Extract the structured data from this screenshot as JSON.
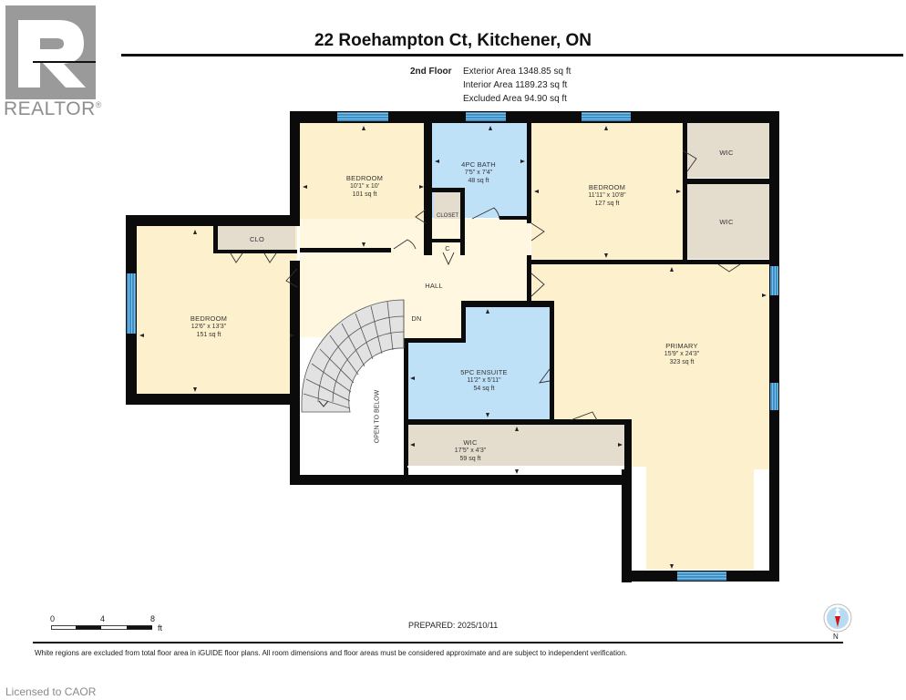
{
  "logo": {
    "brand": "REALTOR",
    "mark": "®"
  },
  "header": {
    "address": "22 Roehampton Ct, Kitchener, ON",
    "floor": "2nd Floor",
    "areas": [
      "Exterior Area 1348.85 sq ft",
      "Interior Area 1189.23 sq ft",
      "Excluded Area 94.90 sq ft"
    ]
  },
  "rooms": {
    "bedroom_top": {
      "name": "BEDROOM",
      "dims": "10'1\" x 10'",
      "area": "101 sq ft"
    },
    "bath_4pc": {
      "name": "4PC BATH",
      "dims": "7'5\" x 7'4\"",
      "area": "48 sq ft"
    },
    "bedroom_right": {
      "name": "BEDROOM",
      "dims": "11'11\" x 10'8\"",
      "area": "127 sq ft"
    },
    "wic_top": {
      "name": "WIC"
    },
    "wic_mid": {
      "name": "WIC"
    },
    "closet": {
      "name": "CLOSET"
    },
    "c_closet": {
      "name": "C"
    },
    "clo": {
      "name": "CLO"
    },
    "bedroom_left": {
      "name": "BEDROOM",
      "dims": "12'6\" x 13'3\"",
      "area": "151 sq ft"
    },
    "hall": {
      "name": "HALL"
    },
    "stairs": {
      "name": "DN"
    },
    "open_below": {
      "name": "OPEN TO BELOW"
    },
    "ensuite_5pc": {
      "name": "5PC ENSUITE",
      "dims": "11'2\" x 5'11\"",
      "area": "54 sq ft"
    },
    "wic_bottom": {
      "name": "WIC",
      "dims": "17'5\" x 4'3\"",
      "area": "59 sq ft"
    },
    "primary": {
      "name": "PRIMARY",
      "dims": "15'9\" x 24'3\"",
      "area": "323 sq ft"
    }
  },
  "footer": {
    "scale": {
      "ticks": [
        "0",
        "4",
        "8"
      ],
      "unit": "ft"
    },
    "prepared": "PREPARED: 2025/10/11",
    "compass_label": "N",
    "disclaimer": "White regions are excluded from total floor area in iGUIDE floor plans. All room dimensions and floor areas must be considered approximate and are subject to independent verification.",
    "licensed": "Licensed to CAOR"
  },
  "colors": {
    "bedroom": "#fdf1cd",
    "hall": "#fff7df",
    "bath": "#bfe1f8",
    "closet": "#e4dccd",
    "wall": "#0b0b0b",
    "window": "#3d8fc6",
    "compass_needle": "#d0141b"
  }
}
